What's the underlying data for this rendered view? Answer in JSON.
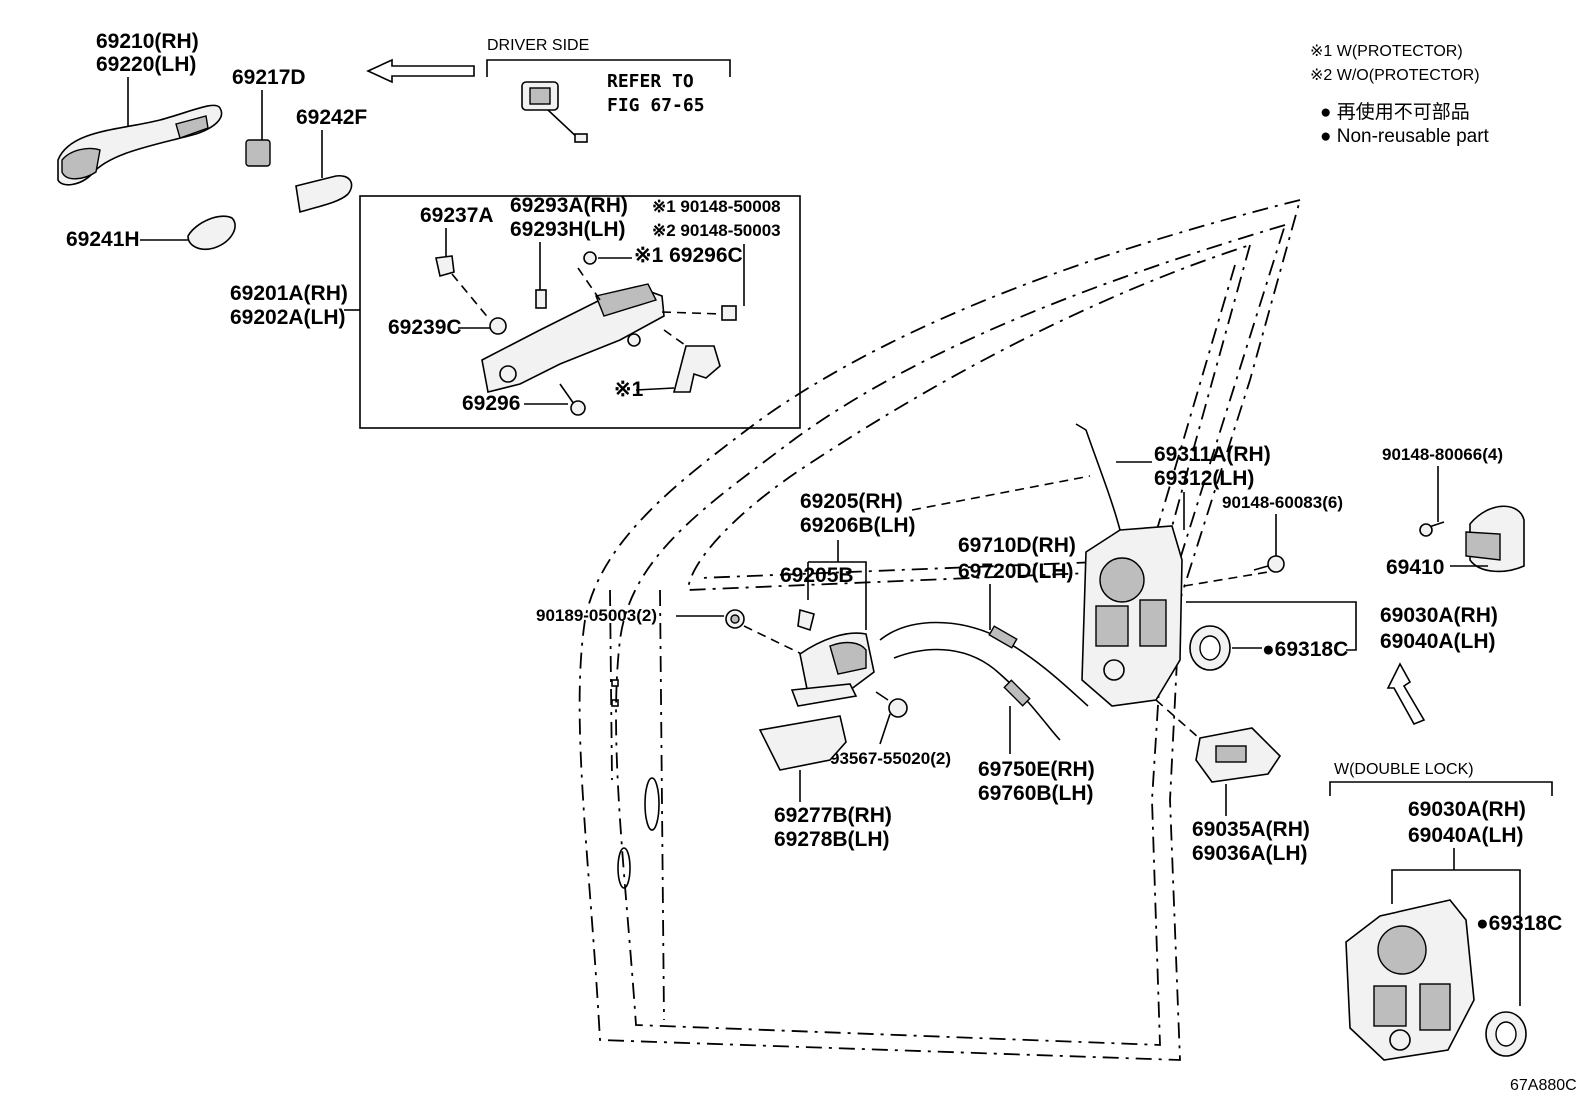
{
  "legend": {
    "note1": "※1 W(PROTECTOR)",
    "note2": "※2 W/O(PROTECTOR)",
    "nonreusable_jp": "● 再使用不可部品",
    "nonreusable_en": "● Non-reusable part"
  },
  "driver_side": {
    "label": "DRIVER SIDE",
    "refer1": "REFER TO",
    "refer2": "FIG 67-65"
  },
  "double_lock": {
    "label": "W(DOUBLE LOCK)"
  },
  "figure_code": "67A880C",
  "parts": {
    "p69210": "69210(RH)",
    "p69220": "69220(LH)",
    "p69217D": "69217D",
    "p69242F": "69242F",
    "p69241H": "69241H",
    "p69201A": "69201A(RH)",
    "p69202A": "69202A(LH)",
    "p69237A": "69237A",
    "p69293A": "69293A(RH)",
    "p69293H": "69293H(LH)",
    "p90148_50008": "※1 90148-50008",
    "p90148_50003": "※2 90148-50003",
    "p69296C": "※1 69296C",
    "p69239C": "69239C",
    "p69296": "69296",
    "p_note1_bracket": "※1",
    "p69311A": "69311A(RH)",
    "p69312": "69312(LH)",
    "p90148_80066": "90148-80066(4)",
    "p90148_60083": "90148-60083(6)",
    "p69410": "69410",
    "p69205": "69205(RH)",
    "p69206B": "69206B(LH)",
    "p69710D": "69710D(RH)",
    "p69720D": "69720D(LH)",
    "p69205B": "69205B",
    "p90189": "90189-05003(2)",
    "p69030A": "69030A(RH)",
    "p69040A": "69040A(LH)",
    "p69318C": "●69318C",
    "p93567": "93567-55020(2)",
    "p69750E": "69750E(RH)",
    "p69760B": "69760B(LH)",
    "p69277B": "69277B(RH)",
    "p69278B": "69278B(LH)",
    "p69035A": "69035A(RH)",
    "p69036A": "69036A(LH)",
    "p69030A_dl": "69030A(RH)",
    "p69040A_dl": "69040A(LH)",
    "p69318C_dl": "●69318C"
  },
  "icons": [
    "arrow-left-icon",
    "arrow-up-icon"
  ]
}
